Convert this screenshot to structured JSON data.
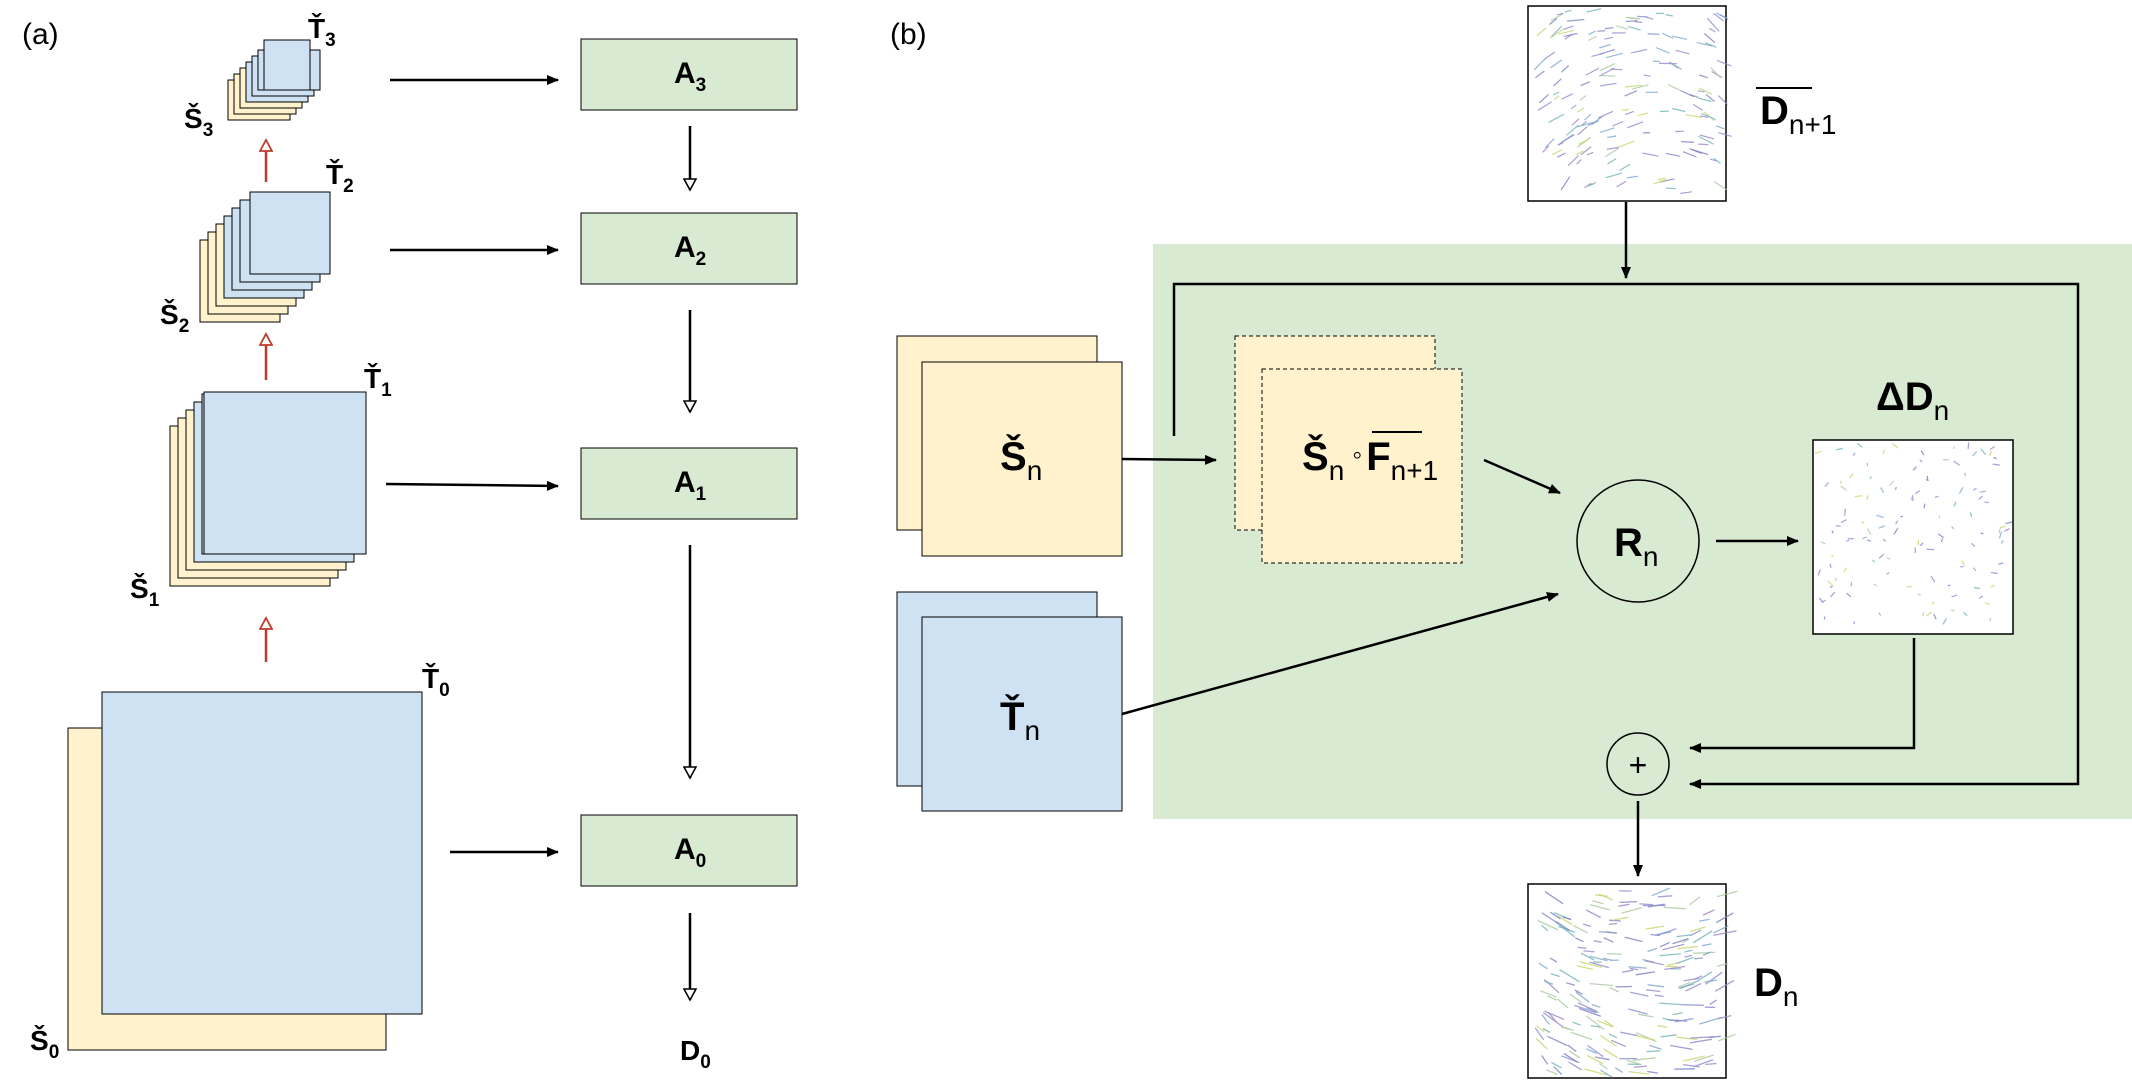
{
  "panel_a": {
    "label": "(a)",
    "stacks": [
      {
        "s_label": "Š",
        "s_sub": "3",
        "t_label": "Ť",
        "t_sub": "3"
      },
      {
        "s_label": "Š",
        "s_sub": "2",
        "t_label": "Ť",
        "t_sub": "2"
      },
      {
        "s_label": "Š",
        "s_sub": "1",
        "t_label": "Ť",
        "t_sub": "1"
      },
      {
        "s_label": "Š",
        "s_sub": "0",
        "t_label": "Ť",
        "t_sub": "0"
      }
    ],
    "blocks": [
      {
        "label": "A",
        "sub": "3"
      },
      {
        "label": "A",
        "sub": "2"
      },
      {
        "label": "A",
        "sub": "1"
      },
      {
        "label": "A",
        "sub": "0"
      }
    ],
    "output": {
      "label": "D",
      "sub": "0"
    }
  },
  "panel_b": {
    "label": "(b)",
    "input_field": {
      "label": "D",
      "sub": "n+1"
    },
    "source_stack": {
      "label": "Š",
      "sub": "n"
    },
    "target_stack": {
      "label": "Ť",
      "sub": "n"
    },
    "warped": {
      "s_label": "Š",
      "s_sub": "n",
      "op": "◦",
      "f_label": "F",
      "f_sub": "n+1"
    },
    "refiner": {
      "label": "R",
      "sub": "n"
    },
    "delta": {
      "label": "ΔD",
      "sub": "n"
    },
    "sum_op": "+",
    "output_field": {
      "label": "D",
      "sub": "n"
    }
  },
  "colors": {
    "source_fill": "#fff2cc",
    "target_fill": "#cfe2f3",
    "module_fill": "#d9ead3",
    "up_arrow": "#c0392b"
  }
}
